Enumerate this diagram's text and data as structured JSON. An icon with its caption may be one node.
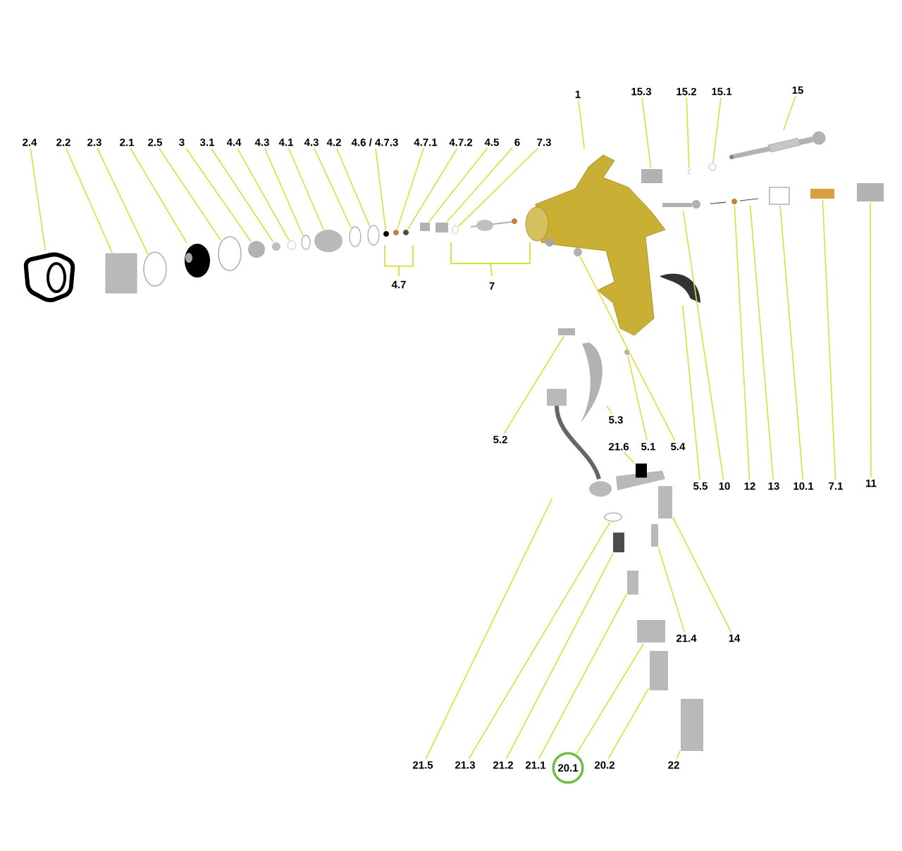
{
  "diagram": {
    "nodes": [
      {
        "text": [
          "2.4"
        ]
      },
      {
        "text": [
          "2.2"
        ]
      },
      {
        "text": [
          "2.3"
        ]
      },
      {
        "text": [
          "2.1"
        ]
      },
      {
        "text": [
          "2.5"
        ]
      },
      {
        "text": [
          "3"
        ]
      },
      {
        "text": [
          "3.1"
        ]
      },
      {
        "text": [
          "4.4"
        ]
      },
      {
        "text": [
          "4.3"
        ]
      },
      {
        "text": [
          "4.1"
        ]
      },
      {
        "text": [
          "4.3"
        ]
      },
      {
        "text": [
          "4.2"
        ]
      },
      {
        "text": [
          "4.6 / 4.7.3"
        ]
      },
      {
        "text": [
          "4.7.1"
        ]
      },
      {
        "text": [
          "4.7.2"
        ]
      },
      {
        "text": [
          "4.5"
        ]
      },
      {
        "text": [
          "6"
        ]
      },
      {
        "text": [
          "7.3"
        ]
      },
      {
        "text": [
          "1"
        ]
      },
      {
        "text": [
          "15.3"
        ]
      },
      {
        "text": [
          "15.2"
        ]
      },
      {
        "text": [
          "15.1"
        ]
      },
      {
        "text": [
          "15"
        ]
      },
      {
        "text": [
          "5.3"
        ]
      },
      {
        "text": [
          "5.2"
        ]
      },
      {
        "text": [
          "21.6"
        ]
      },
      {
        "text": [
          "5.1"
        ]
      },
      {
        "text": [
          "5.4"
        ]
      },
      {
        "text": [
          "5.5"
        ]
      },
      {
        "text": [
          "10"
        ]
      },
      {
        "text": [
          "12"
        ]
      },
      {
        "text": [
          "13"
        ]
      },
      {
        "text": [
          "10.1"
        ]
      },
      {
        "text": [
          "7.1"
        ]
      },
      {
        "text": [
          "11"
        ]
      },
      {
        "text": [
          "21.4"
        ]
      },
      {
        "text": [
          "14"
        ]
      },
      {
        "text": [
          "21.5"
        ]
      },
      {
        "text": [
          "21.3"
        ]
      },
      {
        "text": [
          "21.2"
        ]
      },
      {
        "text": [
          "21.1"
        ]
      },
      {
        "text": [
          "20.1"
        ]
      },
      {
        "text": [
          "20.2"
        ]
      },
      {
        "text": [
          "22"
        ]
      },
      {
        "text": [],
        "shape": "picture"
      },
      {
        "text": [],
        "shape": "box"
      },
      {
        "text": [],
        "shape": "circle"
      },
      {
        "text": [],
        "shape": "picture"
      },
      {
        "text": [],
        "shape": "circle"
      },
      {
        "text": [],
        "shape": "circle"
      },
      {
        "text": [],
        "shape": "circle"
      },
      {
        "text": [],
        "shape": "circle"
      },
      {
        "text": [],
        "shape": "circle"
      },
      {
        "text": [],
        "shape": "circle"
      },
      {
        "text": [],
        "shape": "circle"
      },
      {
        "text": [],
        "shape": "circle"
      },
      {
        "text": [],
        "shape": "circle"
      },
      {
        "text": [],
        "shape": "circle"
      },
      {
        "text": [],
        "shape": "circle"
      },
      {
        "text": [],
        "shape": "box"
      },
      {
        "text": [],
        "shape": "box"
      },
      {
        "text": [],
        "shape": "circle"
      },
      {
        "text": [],
        "shape": "picture"
      },
      {
        "text": [],
        "shape": "box"
      },
      {
        "text": [],
        "shape": "picture"
      },
      {
        "text": [],
        "shape": "circle"
      },
      {
        "text": [],
        "shape": "picture"
      },
      {
        "text": [],
        "shape": "picture"
      },
      {
        "text": [],
        "shape": "box"
      },
      {
        "text": [],
        "shape": "box"
      },
      {
        "text": [],
        "shape": "circle"
      },
      {
        "text": [],
        "shape": "circle"
      },
      {
        "text": [],
        "shape": "picture"
      },
      {
        "text": [],
        "shape": "picture"
      },
      {
        "text": [],
        "shape": "circle"
      },
      {
        "text": [],
        "shape": "picture"
      },
      {
        "text": [],
        "shape": "box"
      },
      {
        "text": [],
        "shape": "box"
      },
      {
        "text": [],
        "shape": "box"
      },
      {
        "text": [],
        "shape": "box"
      },
      {
        "text": [],
        "shape": "box"
      },
      {
        "text": [],
        "shape": "picture"
      },
      {
        "text": [],
        "shape": "circle"
      },
      {
        "text": [],
        "shape": "box"
      },
      {
        "text": [],
        "shape": "box"
      },
      {
        "text": [],
        "shape": "box"
      },
      {
        "text": [],
        "shape": "box"
      },
      {
        "text": [],
        "shape": "box"
      }
    ],
    "edges": [
      {
        "from": 0,
        "to": 44,
        "arrow": "none"
      },
      {
        "from": 1,
        "to": 45,
        "arrow": "none"
      },
      {
        "from": 2,
        "to": 46,
        "arrow": "none"
      },
      {
        "from": 3,
        "to": 47,
        "arrow": "none"
      },
      {
        "from": 4,
        "to": 48,
        "arrow": "none"
      },
      {
        "from": 5,
        "to": 49,
        "arrow": "none"
      },
      {
        "from": 6,
        "to": 50,
        "arrow": "none"
      },
      {
        "from": 7,
        "to": 51,
        "arrow": "none"
      },
      {
        "from": 8,
        "to": 52,
        "arrow": "none"
      },
      {
        "from": 9,
        "to": 53,
        "arrow": "none"
      },
      {
        "from": 10,
        "to": 54,
        "arrow": "none"
      },
      {
        "from": 11,
        "to": 55,
        "arrow": "none"
      },
      {
        "from": 12,
        "to": 56,
        "arrow": "none"
      },
      {
        "from": 13,
        "to": 57,
        "arrow": "none"
      },
      {
        "from": 14,
        "to": 58,
        "arrow": "none"
      },
      {
        "from": 15,
        "to": 59,
        "arrow": "none"
      },
      {
        "from": 16,
        "to": 60,
        "arrow": "none"
      },
      {
        "from": 17,
        "to": 61,
        "arrow": "none"
      },
      {
        "from": 18,
        "to": 62,
        "arrow": "none"
      },
      {
        "from": 19,
        "to": 63,
        "arrow": "none"
      },
      {
        "from": 20,
        "to": 64,
        "arrow": "none"
      },
      {
        "from": 21,
        "to": 65,
        "arrow": "none"
      },
      {
        "from": 22,
        "to": 66,
        "arrow": "none"
      },
      {
        "from": 23,
        "to": 67,
        "arrow": "none"
      },
      {
        "from": 24,
        "to": 68,
        "arrow": "none"
      },
      {
        "from": 25,
        "to": 69,
        "arrow": "none"
      },
      {
        "from": 26,
        "to": 70,
        "arrow": "none"
      },
      {
        "from": 27,
        "to": 71,
        "arrow": "none"
      },
      {
        "from": 28,
        "to": 72,
        "arrow": "none"
      },
      {
        "from": 29,
        "to": 73,
        "arrow": "none"
      },
      {
        "from": 30,
        "to": 74,
        "arrow": "none"
      },
      {
        "from": 31,
        "to": 75,
        "arrow": "none"
      },
      {
        "from": 32,
        "to": 76,
        "arrow": "none"
      },
      {
        "from": 33,
        "to": 77,
        "arrow": "none"
      },
      {
        "from": 34,
        "to": 78,
        "arrow": "none"
      },
      {
        "from": 35,
        "to": 79,
        "arrow": "none"
      },
      {
        "from": 36,
        "to": 80,
        "arrow": "none"
      },
      {
        "from": 37,
        "to": 81,
        "arrow": "none"
      },
      {
        "from": 38,
        "to": 82,
        "arrow": "none"
      },
      {
        "from": 39,
        "to": 83,
        "arrow": "none"
      },
      {
        "from": 40,
        "to": 84,
        "arrow": "none"
      },
      {
        "from": 41,
        "to": 85,
        "arrow": "none"
      },
      {
        "from": 42,
        "to": 86,
        "arrow": "none"
      },
      {
        "from": 43,
        "to": 87,
        "arrow": "none"
      }
    ],
    "labels": [
      "4.7",
      "7"
    ]
  }
}
